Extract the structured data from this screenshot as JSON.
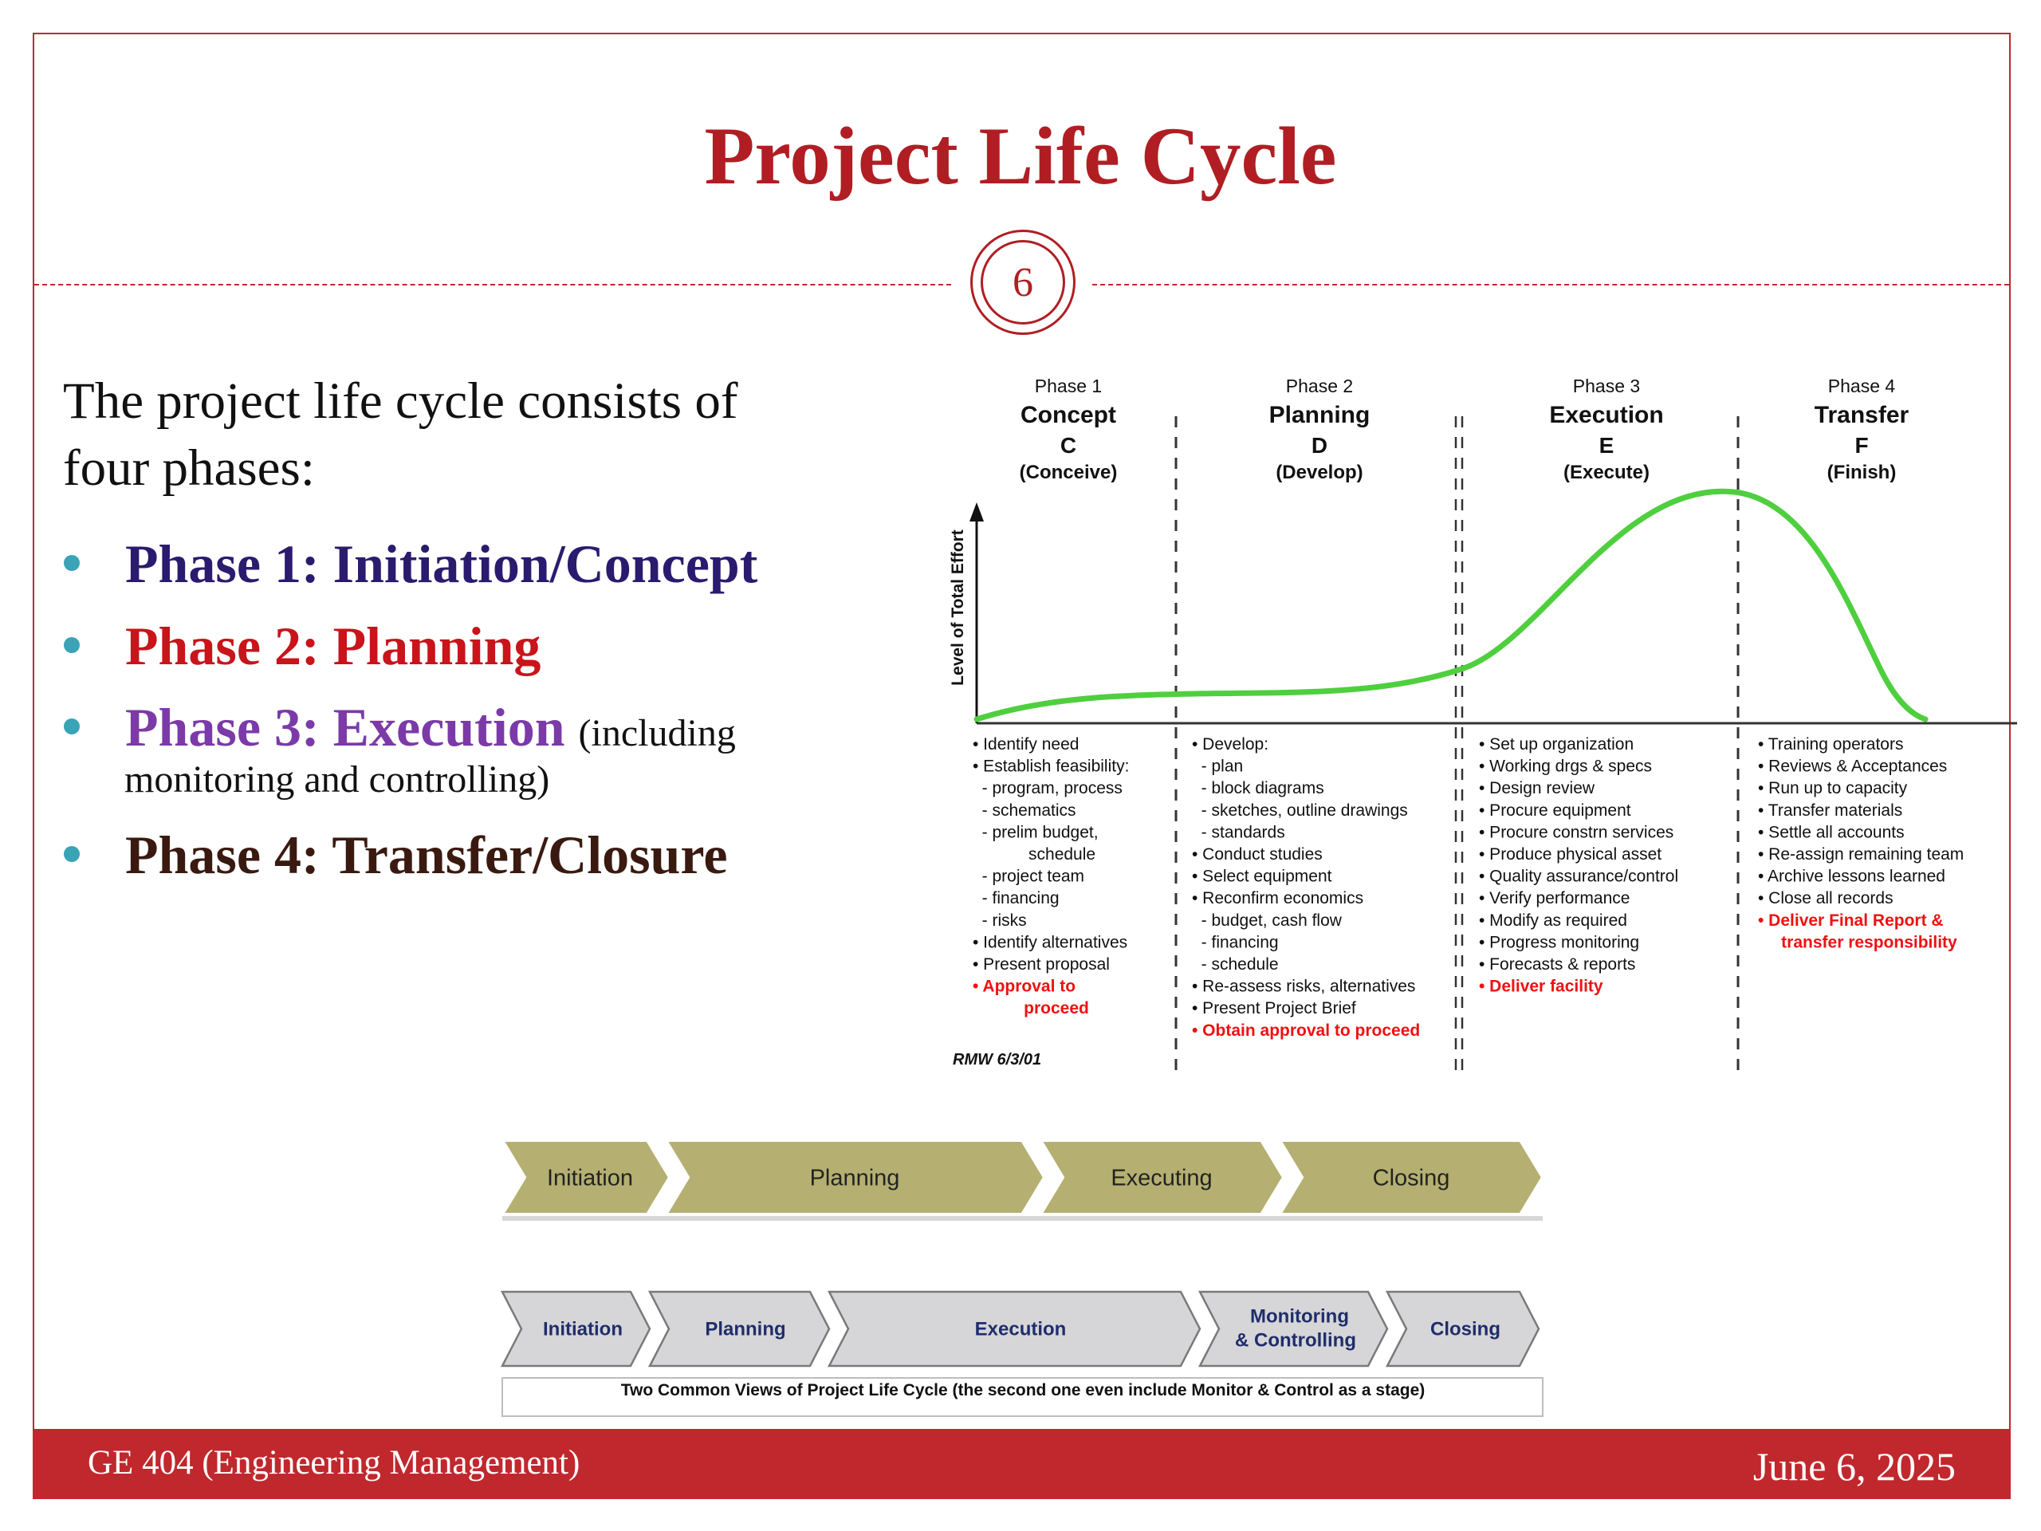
{
  "slide": {
    "title": "Project Life Cycle",
    "page_number": "6",
    "intro_line1": "The project life cycle consists of",
    "intro_line2": "four phases:",
    "bullets": [
      {
        "label": "Phase 1: Initiation/Concept",
        "color": "#2b1b6e"
      },
      {
        "label": "Phase 2: Planning",
        "color": "#c8141a"
      },
      {
        "label": "Phase 3: Execution",
        "color": "#7b3aa8",
        "note": "(including",
        "note2": "monitoring and controlling)"
      },
      {
        "label": "Phase 4: Transfer/Closure",
        "color": "#3a1a10"
      }
    ],
    "footer_left": "GE 404 (Engineering Management)",
    "footer_right": "June 6, 2025"
  },
  "lifecycle_figure": {
    "y_axis_label": "Level of Total Effort",
    "signature": "RMW 6/3/01",
    "phases": [
      {
        "phase": "Phase 1",
        "name": "Concept",
        "letter": "C",
        "verb": "(Conceive)",
        "items": [
          "• Identify need",
          "• Establish feasibility:",
          "  - program, process",
          "  - schematics",
          "  - prelim budget,",
          "            schedule",
          "  - project team",
          "  - financing",
          "  - risks",
          "• Identify alternatives",
          "• Present proposal"
        ],
        "red_items": [
          "• Approval to",
          "           proceed"
        ]
      },
      {
        "phase": "Phase 2",
        "name": "Planning",
        "letter": "D",
        "verb": "(Develop)",
        "items": [
          "• Develop:",
          "  - plan",
          "  - block diagrams",
          "  - sketches, outline drawings",
          "  - standards",
          "• Conduct studies",
          "• Select equipment",
          "• Reconfirm economics",
          "  - budget, cash flow",
          "  - financing",
          "  - schedule",
          "• Re-assess risks, alternatives",
          "• Present Project Brief"
        ],
        "red_items": [
          "• Obtain approval to proceed"
        ]
      },
      {
        "phase": "Phase 3",
        "name": "Execution",
        "letter": "E",
        "verb": "(Execute)",
        "items": [
          "• Set up organization",
          "• Working drgs & specs",
          "• Design review",
          "• Procure equipment",
          "• Procure constrn services",
          "• Produce physical asset",
          "• Quality assurance/control",
          "• Verify performance",
          "• Modify as required",
          "• Progress monitoring",
          "• Forecasts & reports"
        ],
        "red_items": [
          "• Deliver facility"
        ]
      },
      {
        "phase": "Phase 4",
        "name": "Transfer",
        "letter": "F",
        "verb": "(Finish)",
        "items": [
          "• Training operators",
          "• Reviews & Acceptances",
          "• Run up to capacity",
          "• Transfer materials",
          "• Settle all accounts",
          "• Re-assign remaining team",
          "• Archive lessons learned",
          "• Close all records"
        ],
        "red_items": [
          "• Deliver Final Report &",
          "     transfer responsibility"
        ]
      }
    ]
  },
  "view1": {
    "stages": [
      "Initiation",
      "Planning",
      "Executing",
      "Closing"
    ],
    "fill": "#b5b071"
  },
  "view2": {
    "stages": [
      "Initiation",
      "Planning",
      "Execution",
      "Monitoring",
      "& Controlling",
      "Closing"
    ],
    "fill": "#d6d6d8",
    "text_color": "#1f2d6b",
    "caption": "Two Common Views of Project Life Cycle (the second one even include Monitor & Control as a stage)"
  },
  "colors": {
    "accent": "#c0282d",
    "curve": "#4fcf3f",
    "red_text": "#ee1111"
  }
}
